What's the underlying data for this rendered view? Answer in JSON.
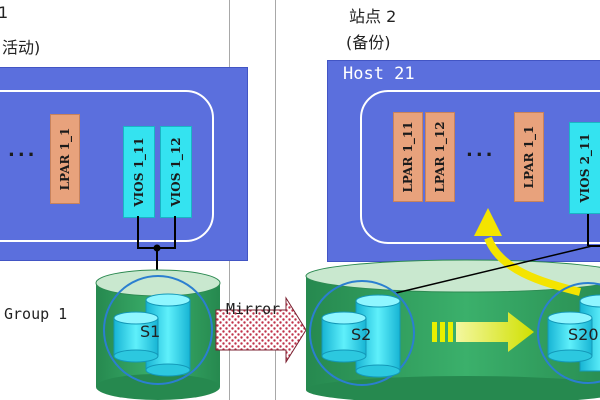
{
  "site1": {
    "title_suffix": "1",
    "status": "活动)"
  },
  "site2": {
    "title": "站点 2",
    "status": "(备份)"
  },
  "host1": {
    "lpar_label": "LPAR 1_1",
    "vios_labels": [
      "VIOS 1_11",
      "VIOS 1_12"
    ],
    "dots": "..."
  },
  "host21": {
    "title": "Host 21",
    "lpar_labels": [
      "LPAR 1_11",
      "LPAR 1_12",
      "LPAR 1_1"
    ],
    "vios_label": "VIOS 2_11",
    "dots": "..."
  },
  "storage": {
    "group_label": "Group 1",
    "mirror_label": "Mirror",
    "s1": "S1",
    "s2": "S2",
    "s20": "S20"
  },
  "colors": {
    "host_box": "#5b6fdd",
    "lpar": "#e8a27c",
    "vios": "#34e3f0",
    "storage_green": "#2f9a5c",
    "yellow_arrow": "#f4e400"
  }
}
